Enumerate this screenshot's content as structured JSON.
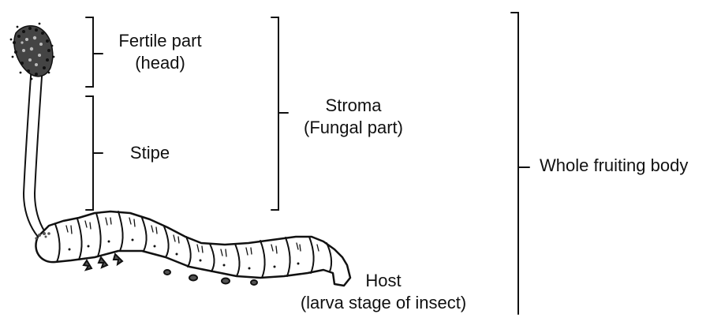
{
  "labels": {
    "fertile_part": "Fertile part",
    "fertile_part_sub": "(head)",
    "stipe": "Stipe",
    "stroma": "Stroma",
    "stroma_sub": "(Fungal part)",
    "whole_fruiting_body": "Whole fruiting body",
    "host": "Host",
    "host_sub": "(larva stage of insect)"
  },
  "colors": {
    "ink": "#111111",
    "background": "#ffffff"
  }
}
